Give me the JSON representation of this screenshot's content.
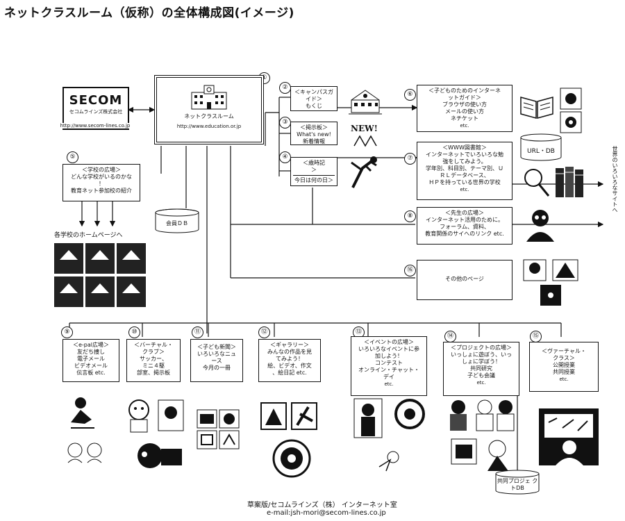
{
  "title": "ネットクラスルーム（仮称）の全体構成図(イメージ)",
  "secom": {
    "logo": "SECOM",
    "company": "セコムラインズ株式会社",
    "url": "http://www.secom-lines.co.jp"
  },
  "main": {
    "num": "①",
    "label": "ネットクラスルーム",
    "url": "http://www.education.or.jp"
  },
  "member_db": "会員ＤＢ",
  "school": {
    "num": "⑤",
    "lines": [
      "＜学校の広場＞",
      "どんな学校がいるのかな",
      "！",
      "教育ネット参加校の紹介"
    ]
  },
  "school_home": "各学校のホームページへ",
  "campus": {
    "num": "②",
    "lines": [
      "＜キャンパスガ",
      "イド＞",
      "もくじ"
    ]
  },
  "board": {
    "num": "③",
    "lines": [
      "＜掲示板＞",
      "What's new!",
      "新着情報"
    ],
    "badge": "NEW!"
  },
  "almanac": {
    "num": "④",
    "lines": [
      "＜歳時記",
      "＞",
      "今日は何の日＞"
    ]
  },
  "guide": {
    "num": "⑥",
    "lines": [
      "＜子どものためのインターネ",
      "ットガイド＞",
      "ブラウザの使い方",
      "メールの使い方",
      "ネチケット",
      "etc."
    ]
  },
  "library": {
    "num": "⑦",
    "lines": [
      "＜WWW図書館＞",
      "インターネットでいろいろな勉",
      "強をしてみよう。",
      "学年別、科目別、テーマ別、Ｕ",
      "ＲＬデータベース、",
      "ＨＰを持っている世界の学校",
      "etc."
    ]
  },
  "url_db": "URL・DB",
  "world": "世界のいろいろなサイトへ",
  "teacher": {
    "num": "⑧",
    "lines": [
      "＜先生の広場＞",
      "インターネット活用のために。",
      "フォーラム、資料、",
      "教育関係のサイへのリンク etc."
    ]
  },
  "other": {
    "num": "⑯",
    "label": "その他のページ"
  },
  "bottom": [
    {
      "num": "⑨",
      "lines": [
        "＜e-pal広場＞",
        "友だち捜し",
        "電子メール",
        "ビデオメール",
        "伝言板 etc."
      ]
    },
    {
      "num": "⑩",
      "lines": [
        "＜バーチャル・",
        "クラブ＞",
        "サッカー、",
        "ミニ４駆",
        "部室、掲示板"
      ]
    },
    {
      "num": "⑪",
      "lines": [
        "＜子ども新聞＞",
        "いろいろなニュ",
        "ース",
        "今月の一冊"
      ]
    },
    {
      "num": "⑫",
      "lines": [
        "＜ギャラリー＞",
        "みんなの作品を見",
        "てみよう！",
        "絵、ビデオ、作文",
        "、絵日記 etc."
      ]
    },
    {
      "num": "⑬",
      "lines": [
        "＜イベントの広場＞",
        "いろいろなイベントに参",
        "加しよう！",
        "コンテスト",
        "オンライン・チャット・",
        "デイ",
        "etc."
      ]
    },
    {
      "num": "⑭",
      "lines": [
        "＜プロジェクトの広場＞",
        "いっしょに遊ぼう、いっ",
        "しょに学ぼう！",
        "共同研究",
        "子ども会議",
        "etc."
      ]
    },
    {
      "num": "⑮",
      "lines": [
        "＜ヴァーチャル・",
        "クラス＞",
        "公開授業",
        "共同授業",
        "etc."
      ]
    }
  ],
  "project_db": [
    "共同プロジェ",
    "クトDB"
  ],
  "footer": {
    "line1": "草案版/セコムラインズ（株） インターネット室",
    "line2": "e-mail:jsh-mori@secom-lines.co.jp"
  }
}
